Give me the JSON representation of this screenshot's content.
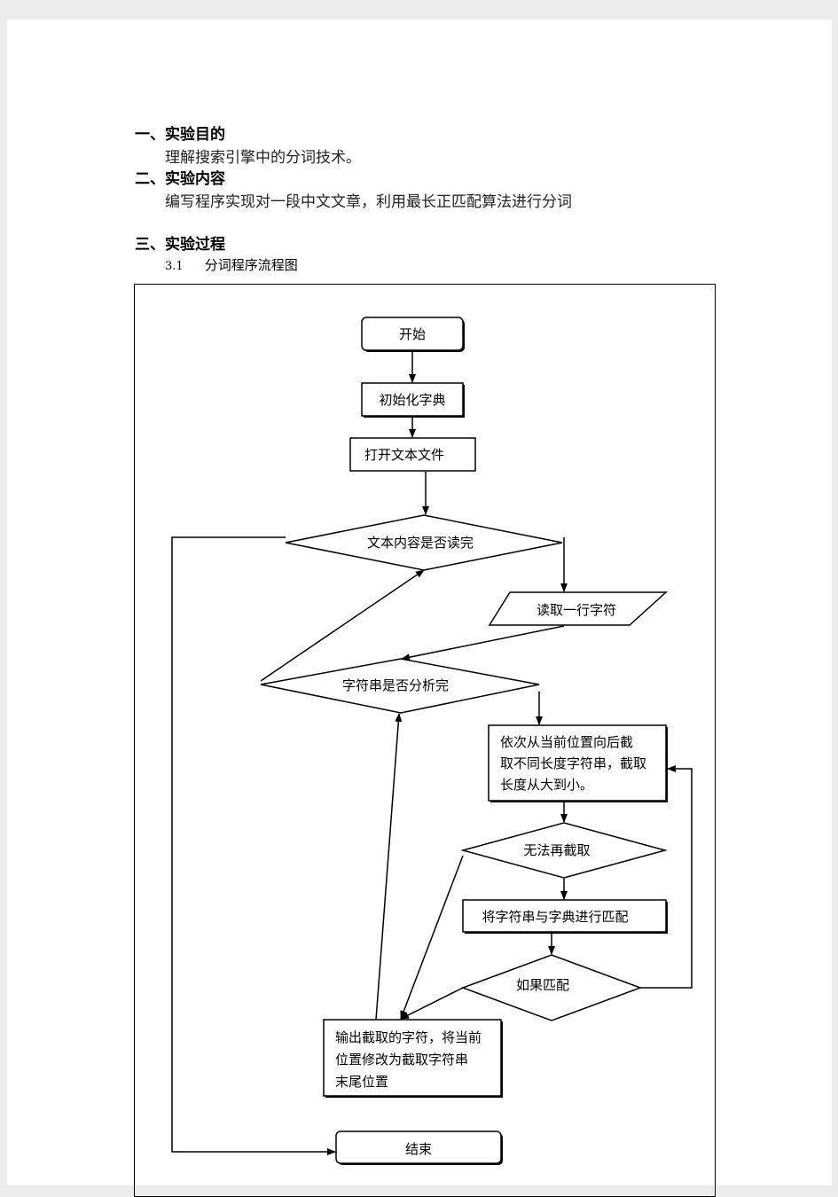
{
  "sections": {
    "s1_title": "一、实验目的",
    "s1_text": "理解搜索引擎中的分词技术。",
    "s2_title": "二、实验内容",
    "s2_text": "编写程序实现对一段中文文章，利用最长正匹配算法进行分词",
    "s3_title": "三、实验过程",
    "s3_1_num": "3.1",
    "s3_1_title": "分词程序流程图"
  },
  "flowchart": {
    "start": "开始",
    "init_dict": "初始化字典",
    "open_file": "打开文本文件",
    "file_done": "文本内容是否读完",
    "read_line": "读取一行字符",
    "string_done": "字符串是否分析完",
    "cut_text": [
      "依次从当前位置向后截",
      "取不同长度字符串，截取",
      "长度从大到小。"
    ],
    "no_more_cut": "无法再截取",
    "match_dict": "将字符串与字典进行匹配",
    "if_match": "如果匹配",
    "output_text": [
      "输出截取的字符，将当前",
      "位置修改为截取字符串",
      "末尾位置"
    ],
    "end": "结束"
  }
}
